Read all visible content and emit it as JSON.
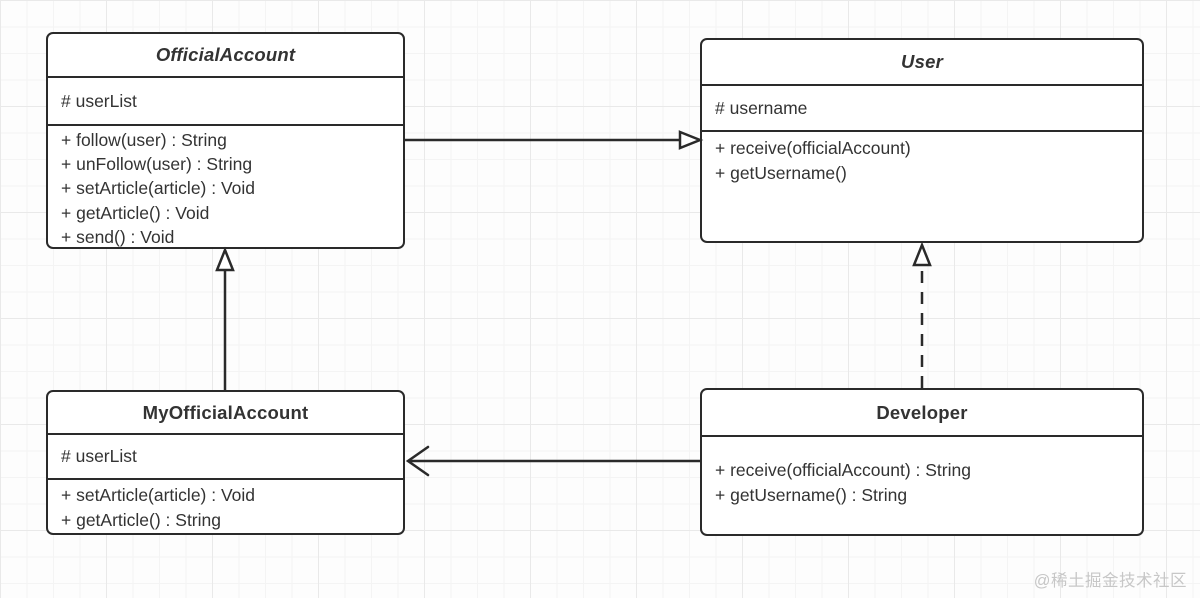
{
  "diagram": {
    "type": "uml-class-diagram",
    "watermark": "@稀土掘金技术社区",
    "colors": {
      "stroke": "#2a2a2a",
      "text": "#333333",
      "box_fill": "#ffffff",
      "grid_minor": "#f4f4f4",
      "grid_major": "#e9e9e9",
      "watermark": "#c7c7c7"
    },
    "classes": [
      {
        "name": "OfficialAccount",
        "abstract": true,
        "attributes": [
          "# userList"
        ],
        "methods": [
          "+ follow(user) : String",
          "+ unFollow(user) : String",
          "+ setArticle(article) : Void",
          "+ getArticle() : Void",
          "+ send() : Void"
        ]
      },
      {
        "name": "User",
        "abstract": true,
        "attributes": [
          "# username"
        ],
        "methods": [
          "+ receive(officialAccount)",
          "+ getUsername()"
        ]
      },
      {
        "name": "MyOfficialAccount",
        "abstract": false,
        "attributes": [
          "# userList"
        ],
        "methods": [
          "+ setArticle(article) : Void",
          "+ getArticle() : String"
        ]
      },
      {
        "name": "Developer",
        "abstract": false,
        "attributes": [],
        "methods": [
          "+ receive(officialAccount) : String",
          "+ getUsername() : String"
        ]
      }
    ],
    "relations": [
      {
        "from": "OfficialAccount",
        "to": "User",
        "line": "solid",
        "head": "hollow-triangle",
        "direction": "right"
      },
      {
        "from": "MyOfficialAccount",
        "to": "OfficialAccount",
        "line": "solid",
        "head": "hollow-triangle",
        "direction": "up",
        "meaning": "generalization"
      },
      {
        "from": "Developer",
        "to": "User",
        "line": "dashed",
        "head": "hollow-triangle",
        "direction": "up",
        "meaning": "realization"
      },
      {
        "from": "Developer",
        "to": "MyOfficialAccount",
        "line": "solid",
        "head": "open-arrow",
        "direction": "left",
        "meaning": "association"
      }
    ]
  }
}
